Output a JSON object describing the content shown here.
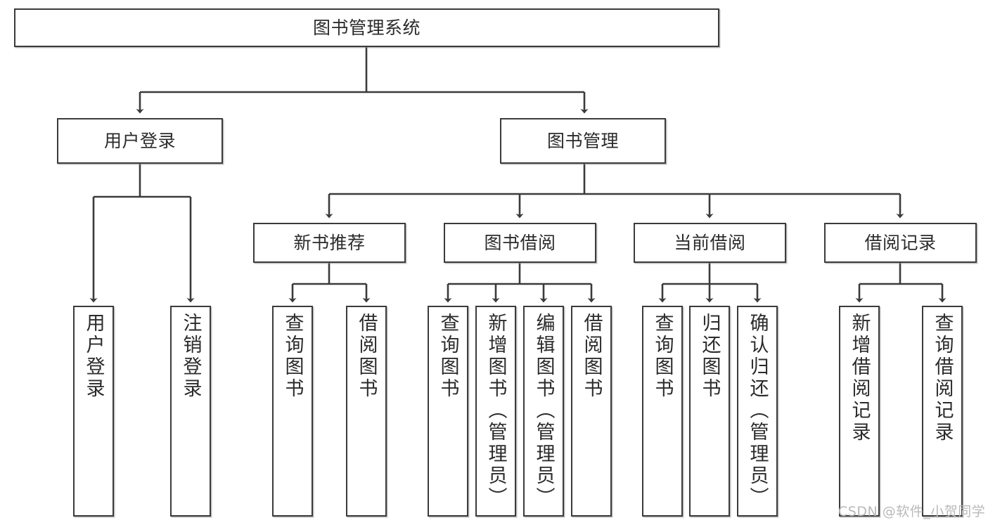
{
  "diagram": {
    "title": "图书管理系统",
    "type": "hierarchy-tree",
    "nodes": {
      "root": {
        "label": "图书管理系统"
      },
      "level2": [
        {
          "id": "user-login",
          "label": "用户登录"
        },
        {
          "id": "book-management",
          "label": "图书管理"
        }
      ],
      "level3": [
        {
          "id": "new-book-recommend",
          "label": "新书推荐"
        },
        {
          "id": "book-borrow",
          "label": "图书借阅"
        },
        {
          "id": "current-borrow",
          "label": "当前借阅"
        },
        {
          "id": "borrow-record",
          "label": "借阅记录"
        }
      ],
      "leaves": [
        {
          "id": "leaf-user-login",
          "label": "用户登录",
          "parent": "user-login"
        },
        {
          "id": "leaf-logout-login",
          "label": "注销登录",
          "parent": "user-login"
        },
        {
          "id": "leaf-query-book-1",
          "label": "查询图书",
          "parent": "new-book-recommend"
        },
        {
          "id": "leaf-borrow-book-1",
          "label": "借阅图书",
          "parent": "new-book-recommend"
        },
        {
          "id": "leaf-query-book-2",
          "label": "查询图书",
          "parent": "book-borrow"
        },
        {
          "id": "leaf-add-book-admin",
          "label": "新增图书（管理员）",
          "parent": "book-borrow"
        },
        {
          "id": "leaf-edit-book-admin",
          "label": "编辑图书（管理员）",
          "parent": "book-borrow"
        },
        {
          "id": "leaf-borrow-book-2",
          "label": "借阅图书",
          "parent": "book-borrow"
        },
        {
          "id": "leaf-query-book-3",
          "label": "查询图书",
          "parent": "current-borrow"
        },
        {
          "id": "leaf-return-book",
          "label": "归还图书",
          "parent": "current-borrow"
        },
        {
          "id": "leaf-confirm-return-admin",
          "label": "确认归还（管理员）",
          "parent": "current-borrow"
        },
        {
          "id": "leaf-add-borrow-record",
          "label": "新增借阅记录",
          "parent": "borrow-record"
        },
        {
          "id": "leaf-query-borrow-record",
          "label": "查询借阅记录",
          "parent": "borrow-record"
        }
      ]
    },
    "colors": {
      "stroke": "#3b3b3b",
      "fill": "#ffffff",
      "text": "#2b2b2b",
      "watermark": "#b9b9b9"
    }
  },
  "watermark": {
    "text": "CSDN @软件_小贺同学"
  }
}
